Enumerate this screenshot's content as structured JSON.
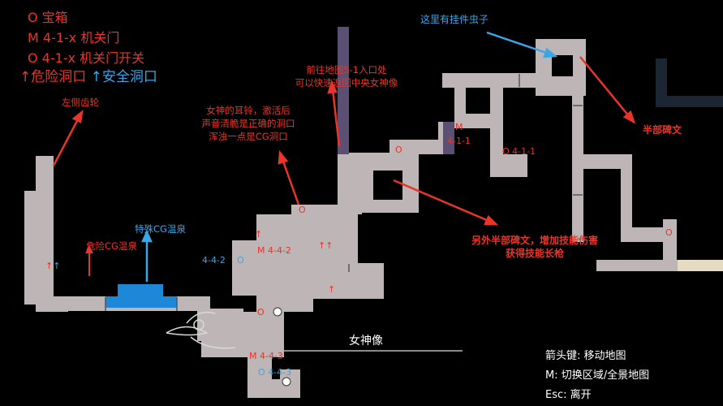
{
  "legend": {
    "chest": "O 宝箱",
    "mechanism_door": "M 4-1-x 机关门",
    "door_switch": "O 4-1-x 机关门开关",
    "danger_cave": "↑危险洞口",
    "safe_cave": "↑安全洞口"
  },
  "notes": {
    "left_gear": "左侧齿轮",
    "bell_line1": "女神的耳铃，激活后",
    "bell_line2": "声音清脆是正确的洞口",
    "bell_line3": "浑浊一点是CG洞口",
    "portal_line1": "前往地图5-1入口处",
    "portal_line2": "可以快速返回中央女神像",
    "bug": "这里有挂件虫子",
    "half_stele": "半部碑文",
    "other_half_line1": "另外半部碑文，增加技能伤害",
    "other_half_line2": "获得技能长枪",
    "danger_spring": "危险CG温泉",
    "special_spring": "特殊CG温泉",
    "goddess_statue": "女神像"
  },
  "markers": {
    "m411": "M",
    "m411_code": "4-1-1",
    "o411": "O 4-1-1",
    "o_chest_a": "O",
    "o_chest_b": "O",
    "o_chest_c": "O",
    "o_chest_d": "O",
    "o442_label": "4-4-2",
    "o442_mark": "O",
    "m442": "M 4-4-2",
    "m443": "M 4-4-3",
    "o443": "O 4-4-3",
    "danger_arrows_a": "↑↑",
    "danger_arrow_b": "↑",
    "danger_arrow_c": "↑",
    "left_arrows_red": "↑",
    "left_arrows_blue": "↑"
  },
  "controls": {
    "arrows": "箭头键: 移动地图",
    "switch": "M: 切换区域/全景地图",
    "exit": "Esc: 离开"
  },
  "colors": {
    "floor": "#bdb5b6",
    "portal": "#5b4f73",
    "water": "#1e88d8",
    "unexplored": "#1c2532",
    "red": "#e8352a",
    "blue": "#3aa6e6"
  }
}
